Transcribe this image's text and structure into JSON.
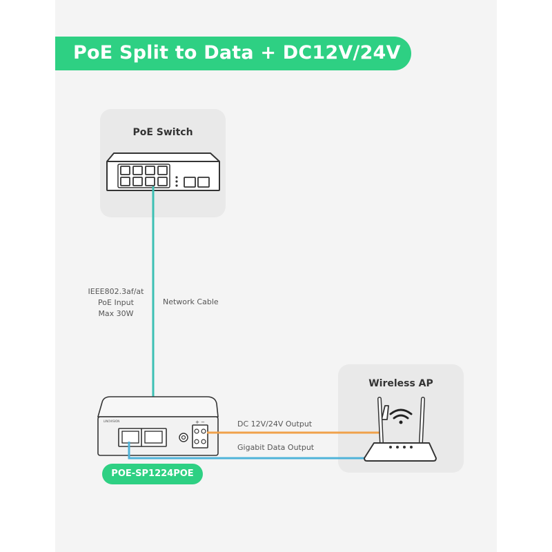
{
  "title": "PoE Split to Data + DC12V/24V",
  "switch": {
    "title": "PoE Switch"
  },
  "ap": {
    "title": "Wireless AP"
  },
  "poe_input": {
    "lines": [
      "IEEE802.3af/at",
      "PoE Input",
      "Max 30W"
    ]
  },
  "network_cable_label": "Network Cable",
  "dc_output_label": "DC 12V/24V Output",
  "data_output_label": "Gigabit Data Output",
  "splitter": {
    "model": "POE-SP1224POE",
    "brand_label": "LINOVISION"
  },
  "colors": {
    "accent": "#2ed083",
    "network_cable": "#3cc0b4",
    "dc_cable": "#f0a14a",
    "data_cable": "#4fb3d9",
    "background": "#f4f4f4",
    "card": "#e9e9e9"
  }
}
